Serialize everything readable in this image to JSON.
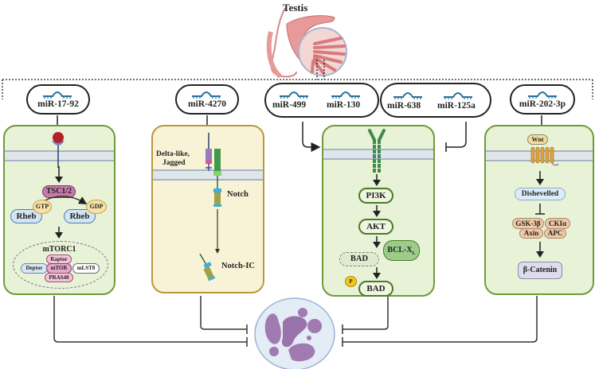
{
  "organ": {
    "title": "Testis"
  },
  "mirnas": {
    "mir_17_92": "miR-17-92",
    "mir_4270": "miR-4270",
    "mir_499": "miR-499",
    "mir_130": "miR-130",
    "mir_638": "miR-638",
    "mir_125a": "miR-125a",
    "mir_202_3p": "miR-202-3p"
  },
  "mtor_panel": {
    "tsc": "TSC1/2",
    "rheb_gtp": {
      "rheb": "Rheb",
      "nucleotide": "GTP"
    },
    "rheb_gdp": {
      "rheb": "Rheb",
      "nucleotide": "GDP"
    },
    "complex_title": "mTORC1",
    "raptor": "Raptor",
    "deptor": "Deptor",
    "mtor": "mTOR",
    "mlst8": "mLST8",
    "pras40": "PRAS40"
  },
  "notch_panel": {
    "ligand": "Delta-like,",
    "ligand2": "Jagged",
    "receptor": "Notch",
    "intracellular": "Notch-IC"
  },
  "pi3k_panel": {
    "pi3k": "PI3K",
    "akt": "AKT",
    "bclxl": "BCL-X",
    "bclxl_sub": "L",
    "bad_bound": "BAD",
    "bad": "BAD",
    "phospho": "P"
  },
  "wnt_panel": {
    "wnt": "Wnt",
    "dishevelled": "Dishevelled",
    "gsk3b": "GSK-3β",
    "ck1a": "CKIα",
    "axin": "Axin",
    "apc": "APC",
    "catenin": "β-Catenin"
  },
  "colors": {
    "panel_green_fill": "#e8f2d6",
    "panel_green_border": "#6f9a3d",
    "panel_yellow_fill": "#f8f3d6",
    "panel_yellow_border": "#b8973f",
    "mirna_blue": "#2a6f9a",
    "cell_purple": "#9a7aa8"
  }
}
